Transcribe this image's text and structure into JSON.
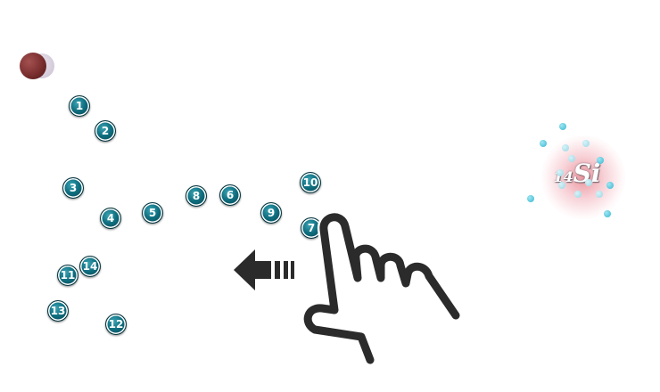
{
  "particle": {
    "icon": "particle-dark-red"
  },
  "electrons": [
    "1",
    "2",
    "3",
    "4",
    "5",
    "6",
    "7",
    "8",
    "9",
    "10",
    "11",
    "12",
    "13",
    "14"
  ],
  "atom": {
    "number": "14",
    "symbol": "Si",
    "glow_color": "#e8828c"
  },
  "gesture": {
    "arrow_icon": "swipe-left-arrow",
    "hand_icon": "pointing-hand",
    "color": "#2b2b2b"
  },
  "colors": {
    "electron": "#0f6f80",
    "particle": "#7a2e2e",
    "dots": "#36b6cf"
  }
}
